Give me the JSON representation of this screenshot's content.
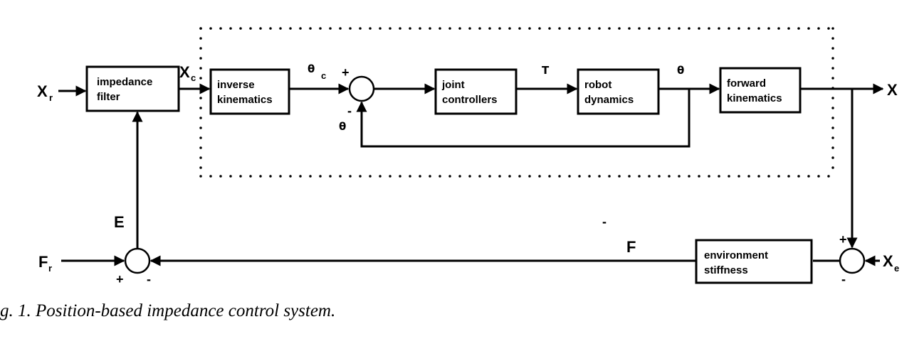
{
  "blocks": {
    "impedance_filter": [
      "impedance",
      "filter"
    ],
    "inverse_kinematics": [
      "inverse",
      "kinematics"
    ],
    "joint_controllers": [
      "joint",
      "controllers"
    ],
    "robot_dynamics": [
      "robot",
      "dynamics"
    ],
    "forward_kinematics": [
      "forward",
      "kinematics"
    ],
    "environment_stiffness": [
      "environment",
      "stiffness"
    ]
  },
  "signals": {
    "xr_main": "X",
    "xr_sub": "r",
    "xc_main": "X",
    "xc_sub": "c",
    "theta_c_main": "θ",
    "theta_c_sub": "c",
    "theta": "θ",
    "theta_fb": "θ",
    "torque": "T",
    "x_out": "X",
    "xe_main": "X",
    "xe_sub": "e",
    "fr_main": "F",
    "fr_sub": "r",
    "f": "F",
    "e": "E"
  },
  "signs": {
    "sum1_plus": "+",
    "sum1_minus": "-",
    "sum2_plus": "+",
    "sum2_minus": "-",
    "sum3_plus": "+",
    "sum3_minus": "-",
    "stray_mark": "-"
  },
  "caption": "g. 1. Position-based impedance control system."
}
